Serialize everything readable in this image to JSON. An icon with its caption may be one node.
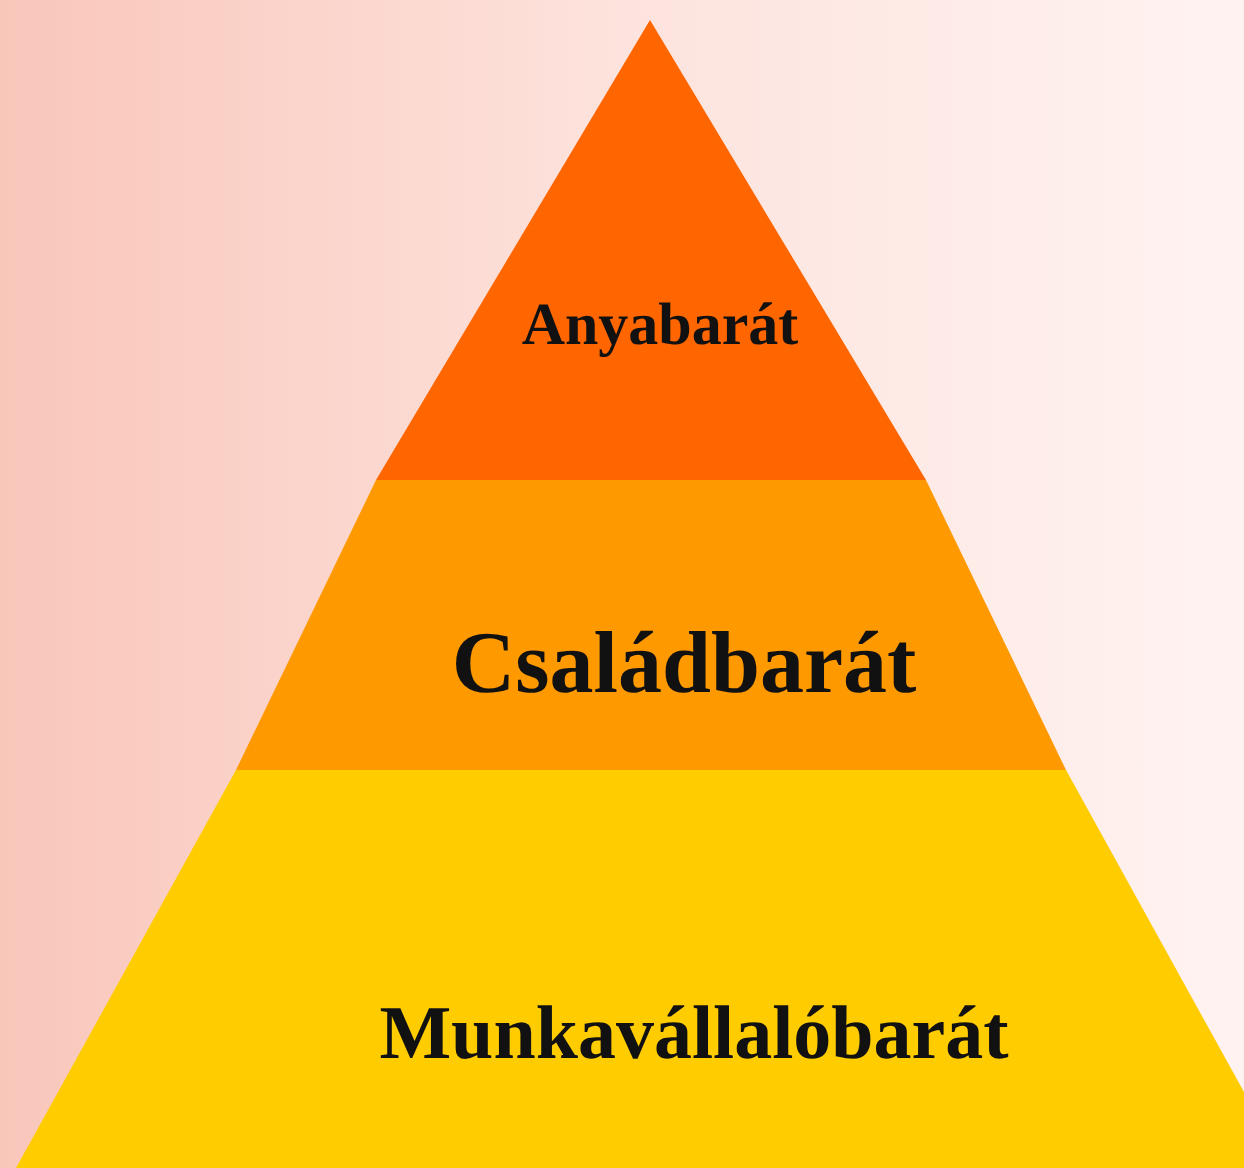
{
  "diagram": {
    "nodes": [
      {
        "text": [
          "Anyabarát"
        ]
      },
      {
        "text": [
          "Családbarát"
        ]
      },
      {
        "text": [
          "Munkavállalóbarát"
        ]
      }
    ]
  }
}
